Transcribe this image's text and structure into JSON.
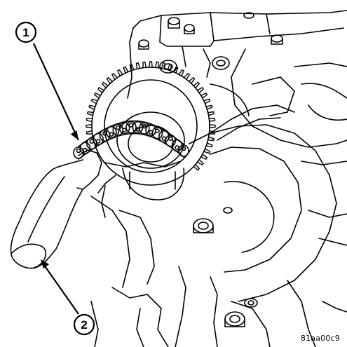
{
  "callouts": [
    {
      "number": "1"
    },
    {
      "number": "2"
    }
  ],
  "figure_code": "81aa00c9",
  "colors": {
    "ink": "#000000",
    "paper": "#ffffff"
  },
  "icons": [
    "gear-icon",
    "timing-chain-icon",
    "pry-tool-icon",
    "bolt-icon"
  ]
}
